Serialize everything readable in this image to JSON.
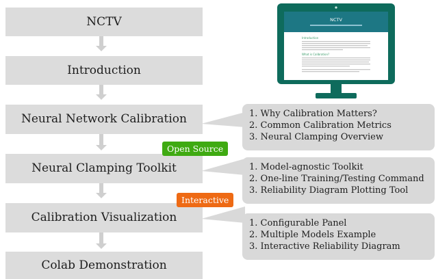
{
  "steps": [
    "NCTV",
    "Introduction",
    "Neural Network Calibration",
    "Neural Clamping Toolkit",
    "Calibration Visualization",
    "Colab Demonstration"
  ],
  "badges": {
    "open_source": {
      "label": "Open Source",
      "color": "#3faa12"
    },
    "interactive": {
      "label": "Interactive",
      "color": "#ee6a14"
    }
  },
  "callouts": [
    {
      "items": [
        "1. Why Calibration Matters?",
        "2. Common Calibration Metrics",
        "3. Neural Clamping Overview"
      ]
    },
    {
      "items": [
        "1. Model-agnostic Toolkit",
        "2. One-line Training/Testing Command",
        "3. Reliability Diagram Plotting Tool"
      ]
    },
    {
      "items": [
        "1. Configurable Panel",
        "2. Multiple Models Example",
        "3. Interactive Reliability Diagram"
      ]
    }
  ],
  "monitor": {
    "screen_title": "NCTV",
    "section_1": "Introduction",
    "section_2": "What is Calibration?"
  },
  "colors": {
    "box": "#dcdcdc",
    "arrow": "#cfcfcf",
    "monitor": "#0e6b5c"
  }
}
